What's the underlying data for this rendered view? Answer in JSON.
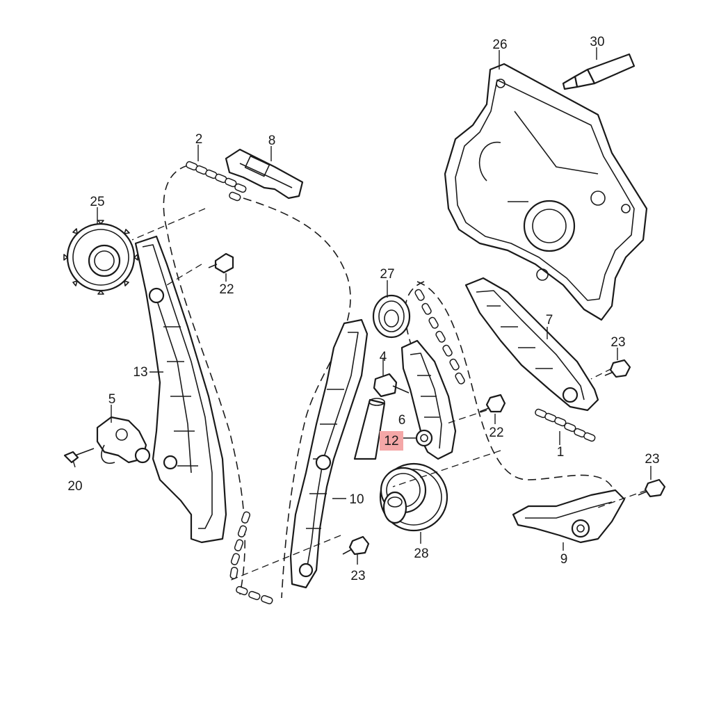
{
  "diagram": {
    "callouts": {
      "p1": "1",
      "p2": "2",
      "p4": "4",
      "p5": "5",
      "p6": "6",
      "p7": "7",
      "p8": "8",
      "p9": "9",
      "p10": "10",
      "p12": "12",
      "p13": "13",
      "p20": "20",
      "p22a": "22",
      "p22b": "22",
      "p23a": "23",
      "p23b": "23",
      "p23c": "23",
      "p25": "25",
      "p26": "26",
      "p27": "27",
      "p28": "28",
      "p30": "30"
    },
    "highlight_color": "#f4a7a7",
    "line_color": "#1a1a1a"
  }
}
